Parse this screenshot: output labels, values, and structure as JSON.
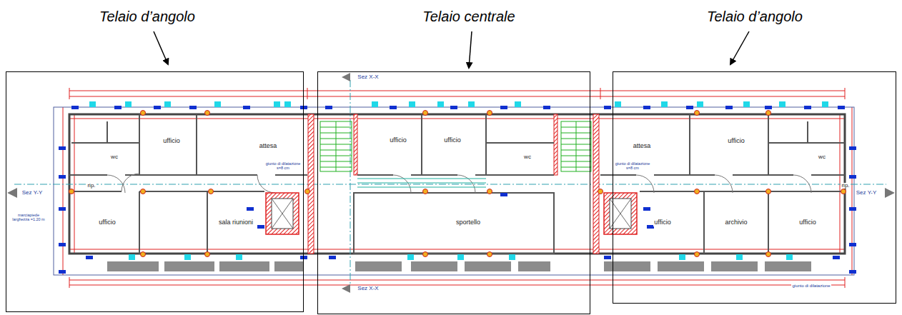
{
  "diagram": {
    "nodes": [
      {
        "text": [
          "Telaio d’angolo"
        ]
      },
      {
        "text": [
          "Telaio centrale"
        ]
      },
      {
        "text": [
          "Telaio d’angolo"
        ]
      }
    ],
    "labels": [
      "Sez X-X",
      "Sez Y-Y",
      "wc",
      "ufficio",
      "attesa",
      "giunto di dilatazione s=8 cm",
      "rip.",
      "marciapiede larghezza =1.20 m",
      "ufficio",
      "sala riunioni",
      "ufficio",
      "ufficio",
      "wc",
      "sportello",
      "attesa",
      "giunto di dilatazione s=8 cm",
      "ufficio",
      "wc",
      "rip.",
      "ufficio",
      "archivio",
      "ufficio",
      "Sez Y-Y",
      "Sez X-X",
      "giunto di dilatazione"
    ]
  }
}
